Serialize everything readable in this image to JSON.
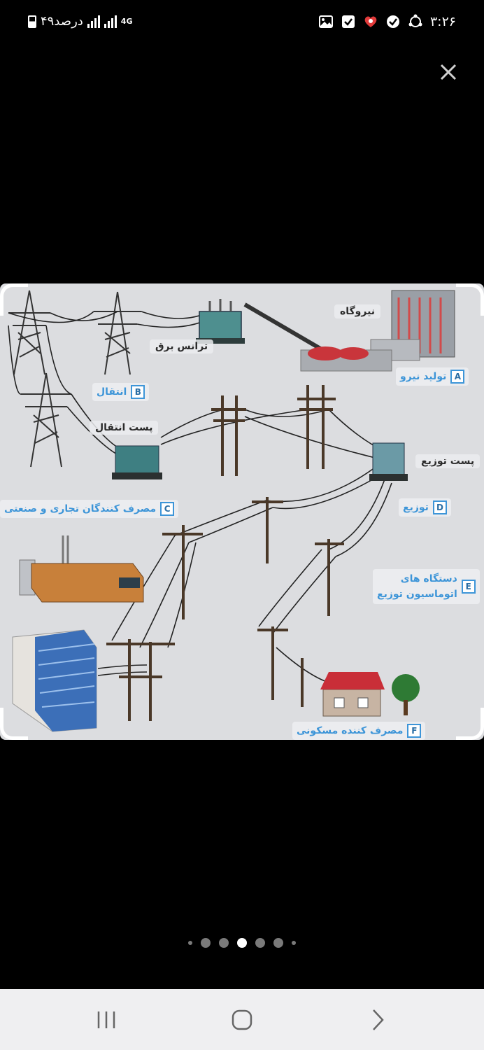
{
  "status_bar": {
    "battery_text": "۴۹درصد",
    "network_type": "4G",
    "time": "۳:۲۶",
    "left_icons": [
      "battery-icon",
      "signal-icon",
      "signal-icon",
      "network-4g-icon"
    ],
    "right_icons": [
      "gallery-icon",
      "check-icon",
      "app-icon",
      "shield-check-icon",
      "sync-icon"
    ]
  },
  "viewer": {
    "close_icon": "close-icon",
    "image": {
      "labels": {
        "power_plant": "نیروگاه",
        "transformer": "ترانس برق",
        "transmission_substation": "پست انتقال",
        "distribution_substation": "پست توزیع"
      },
      "stages": [
        {
          "letter": "A",
          "text": "تولید نیرو"
        },
        {
          "letter": "B",
          "text": "انتقال"
        },
        {
          "letter": "C",
          "text": "مصرف کنندگان تجاری و صنعتی"
        },
        {
          "letter": "D",
          "text": "توزیع"
        },
        {
          "letter": "E",
          "text_line1": "دستگاه های",
          "text_line2": "اتوماسیون توزیع"
        },
        {
          "letter": "F",
          "text": "مصرف کننده مسکونی"
        }
      ]
    }
  },
  "pager": {
    "total": 7,
    "active_index": 3
  },
  "nav_bar": {
    "icons": [
      "recent-apps-icon",
      "home-icon",
      "back-icon"
    ]
  },
  "colors": {
    "background": "#000000",
    "image_bg": "#dcdde0",
    "stage_blue": "#3d95d8",
    "nav_bg": "#efeff1"
  }
}
